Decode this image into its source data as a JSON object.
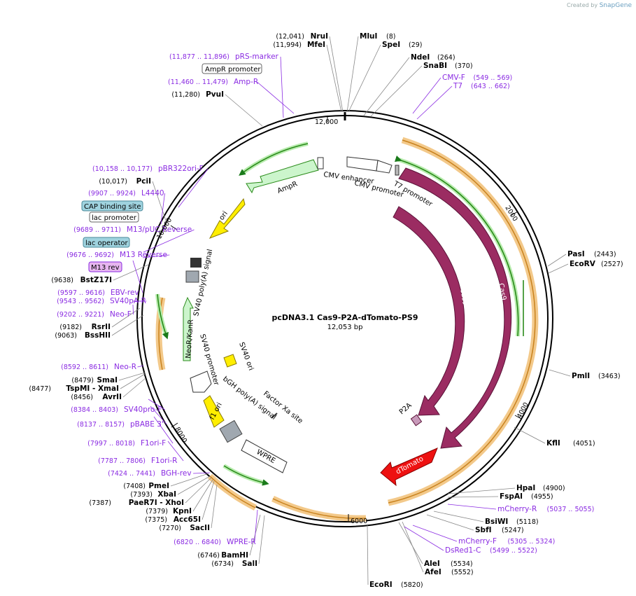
{
  "credit": {
    "created_by": "Created by",
    "brand": "SnapGene"
  },
  "plasmid": {
    "name": "pcDNA3.1 Cas9-P2A-dTomato-PS9",
    "size": "12,053 bp"
  },
  "enzymes": [
    {
      "name": "NruI",
      "pos": "(12,041)",
      "side": "L"
    },
    {
      "name": "MfeI",
      "pos": "(11,994)",
      "side": "L"
    },
    {
      "name": "MluI",
      "pos": "(8)",
      "side": "R"
    },
    {
      "name": "SpeI",
      "pos": "(29)",
      "side": "R"
    },
    {
      "name": "NdeI",
      "pos": "(264)",
      "side": "R"
    },
    {
      "name": "SnaBI",
      "pos": "(370)",
      "side": "R"
    },
    {
      "name": "PvuI",
      "pos": "(11,280)",
      "side": "L"
    },
    {
      "name": "PciI",
      "pos": "(10,017)",
      "side": "L"
    },
    {
      "name": "BstZ17I",
      "pos": "(9638)",
      "side": "L"
    },
    {
      "name": "RsrII",
      "pos": "(9182)",
      "side": "L"
    },
    {
      "name": "BssHII",
      "pos": "(9063)",
      "side": "L"
    },
    {
      "name": "SmaI",
      "pos": "(8479)",
      "side": "L"
    },
    {
      "name": "TspMI  - XmaI",
      "pos": "(8477)",
      "side": "L"
    },
    {
      "name": "AvrII",
      "pos": "(8456)",
      "side": "L"
    },
    {
      "name": "PmeI",
      "pos": "(7408)",
      "side": "L"
    },
    {
      "name": "XbaI",
      "pos": "(7393)",
      "side": "L"
    },
    {
      "name": "PaeR7I  - XhoI",
      "pos": "(7387)",
      "side": "L"
    },
    {
      "name": "KpnI",
      "pos": "(7379)",
      "side": "L"
    },
    {
      "name": "Acc65I",
      "pos": "(7375)",
      "side": "L"
    },
    {
      "name": "SacII",
      "pos": "(7270)",
      "side": "L"
    },
    {
      "name": "BamHI",
      "pos": "(6746)",
      "side": "L"
    },
    {
      "name": "SalI",
      "pos": "(6734)",
      "side": "L"
    },
    {
      "name": "EcoRI",
      "pos": "(5820)",
      "side": "R"
    },
    {
      "name": "AfeI",
      "pos": "(5552)",
      "side": "R"
    },
    {
      "name": "AleI",
      "pos": "(5534)",
      "side": "R"
    },
    {
      "name": "SbfI",
      "pos": "(5247)",
      "side": "R"
    },
    {
      "name": "BsiWI",
      "pos": "(5118)",
      "side": "R"
    },
    {
      "name": "FspAI",
      "pos": "(4955)",
      "side": "R"
    },
    {
      "name": "HpaI",
      "pos": "(4900)",
      "side": "R"
    },
    {
      "name": "KflI",
      "pos": "(4051)",
      "side": "R"
    },
    {
      "name": "PmlI",
      "pos": "(3463)",
      "side": "R"
    },
    {
      "name": "EcoRV",
      "pos": "(2527)",
      "side": "R"
    },
    {
      "name": "PasI",
      "pos": "(2443)",
      "side": "R"
    }
  ],
  "primers": [
    {
      "name": "pRS-marker",
      "pos": "(11,877 .. 11,896)"
    },
    {
      "name": "Amp-R",
      "pos": "(11,460 .. 11,479)"
    },
    {
      "name": "CMV-F",
      "pos": "(549 .. 569)"
    },
    {
      "name": "T7",
      "pos": "(643 .. 662)"
    },
    {
      "name": "pBR322ori-F",
      "pos": "(10,158 .. 10,177)"
    },
    {
      "name": "L4440",
      "pos": "(9907 .. 9924)"
    },
    {
      "name": "M13/pUC Reverse",
      "pos": "(9689 .. 9711)"
    },
    {
      "name": "M13 Reverse",
      "pos": "(9676 .. 9692)"
    },
    {
      "name": "EBV-rev",
      "pos": "(9597 .. 9616)"
    },
    {
      "name": "SV40pA-R",
      "pos": "(9543 .. 9562)"
    },
    {
      "name": "Neo-F",
      "pos": "(9202 .. 9221)"
    },
    {
      "name": "Neo-R",
      "pos": "(8592 .. 8611)"
    },
    {
      "name": "SV40pro-F",
      "pos": "(8384 .. 8403)"
    },
    {
      "name": "pBABE 3'",
      "pos": "(8137 .. 8157)"
    },
    {
      "name": "F1ori-F",
      "pos": "(7997 .. 8018)"
    },
    {
      "name": "F1ori-R",
      "pos": "(7787 .. 7806)"
    },
    {
      "name": "BGH-rev",
      "pos": "(7424 .. 7441)"
    },
    {
      "name": "WPRE-R",
      "pos": "(6820 .. 6840)"
    },
    {
      "name": "mCherry-R",
      "pos": "(5037 .. 5055)"
    },
    {
      "name": "mCherry-F",
      "pos": "(5305 .. 5324)"
    },
    {
      "name": "DsRed1-C",
      "pos": "(5499 .. 5522)"
    }
  ],
  "boxed_labels": {
    "ampr_promoter": "AmpR promoter",
    "cap_binding_site": "CAP binding site",
    "lac_promoter": "lac promoter",
    "lac_operator": "lac operator",
    "m13_rev": "M13 rev"
  },
  "features": {
    "cmv_enhancer": "CMV enhancer",
    "cmv_promoter": "CMV promoter",
    "t7_promoter": "T7 promoter",
    "cas9_outer": "Cas9",
    "cas9_inner": "Cas9",
    "p2a": "P2A",
    "dtomato": "dTomato",
    "ampr": "AmpR",
    "ori": "ori",
    "sv40_polya": "SV40 poly(A) signal",
    "neor_kanr": "NeoR/KanR",
    "sv40_promoter": "SV40 promoter",
    "sv40_ori": "SV40 ori",
    "f1_ori": "f1 ori",
    "bgh_polya": "bGH poly(A) signal",
    "wpre": "WPRE",
    "factor_xa": "Factor Xa site"
  },
  "ticks": [
    "12,000",
    "2000",
    "4000",
    "6000",
    "8000",
    "10,000"
  ],
  "colors": {
    "cas9": "#9b2c62",
    "dtomato": "#ee1111",
    "ampr": "#ccf5cc",
    "ori": "#ffee00",
    "orange_ring": "#f0c27a",
    "green_ring": "#a6e69a",
    "primer": "#8a2be2",
    "boxed_blue": "#9fd3df",
    "m13_box": "#e7b6f0"
  }
}
